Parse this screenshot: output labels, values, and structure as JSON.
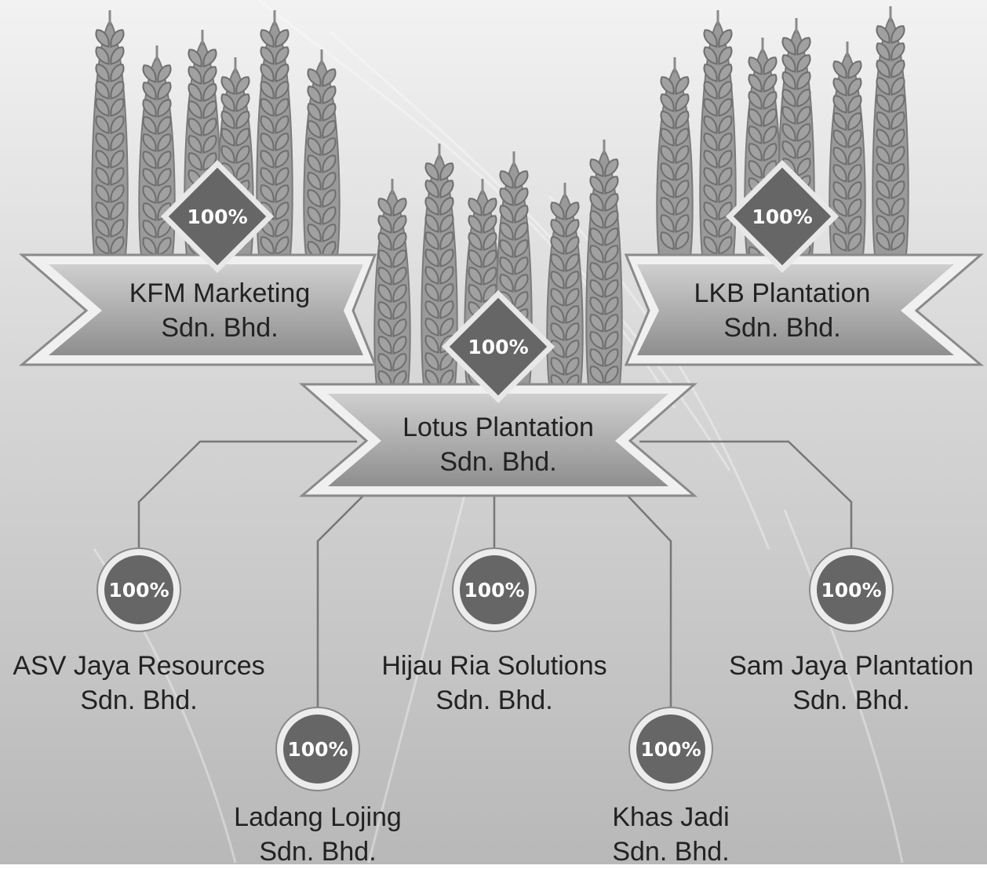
{
  "top_entities": [
    {
      "name_line1": "KFM Marketing",
      "name_line2": "Sdn. Bhd.",
      "ownership": "100%"
    },
    {
      "name_line1": "LKB Plantation",
      "name_line2": "Sdn. Bhd.",
      "ownership": "100%"
    }
  ],
  "center_entity": {
    "name_line1": "Lotus Plantation",
    "name_line2": "Sdn. Bhd.",
    "ownership": "100%"
  },
  "subsidiaries": [
    {
      "name_line1": "ASV Jaya Resources",
      "name_line2": "Sdn. Bhd.",
      "ownership": "100%"
    },
    {
      "name_line1": "Ladang Lojing",
      "name_line2": "Sdn. Bhd.",
      "ownership": "100%"
    },
    {
      "name_line1": "Hijau Ria Solutions",
      "name_line2": "Sdn. Bhd.",
      "ownership": "100%"
    },
    {
      "name_line1": "Khas Jadi",
      "name_line2": "Sdn. Bhd.",
      "ownership": "100%"
    },
    {
      "name_line1": "Sam Jaya Plantation",
      "name_line2": "Sdn. Bhd.",
      "ownership": "100%"
    }
  ],
  "colors": {
    "background": "#c9c9c9",
    "wheat": "#9a9a9a",
    "badge": "#666666",
    "ribbon": "#a7a7a7",
    "connector": "#777777"
  }
}
